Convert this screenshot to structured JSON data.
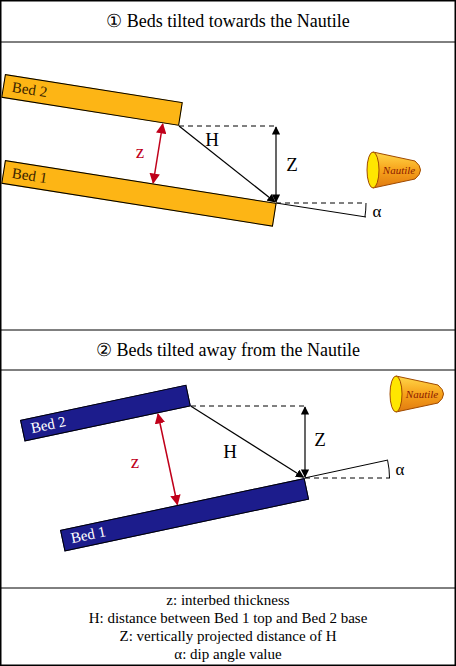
{
  "diagram": {
    "nodes": [
      {
        "text": [
          "① Beds tilted towards the Nautile"
        ]
      },
      {
        "text": [
          "Bed 2"
        ],
        "in": 0
      },
      {
        "text": [
          "Bed 1"
        ],
        "in": 0
      },
      {
        "text": [
          "Nautile"
        ],
        "in": 0
      },
      {
        "text": [
          "② Beds tilted away from the Nautile"
        ]
      },
      {
        "text": [
          "Bed 2"
        ],
        "in": 4
      },
      {
        "text": [
          "Bed 1"
        ],
        "in": 4
      },
      {
        "text": [
          "Nautile"
        ],
        "in": 4
      },
      {
        "text": [
          "z: interbed thickness",
          "H: distance between Bed 1 top and Bed 2 base",
          "Z: vertically projected distance of H",
          "α: dip angle value"
        ]
      }
    ],
    "labels": [
      "z",
      "H",
      "Z",
      "α",
      "z",
      "H",
      "Z",
      "α"
    ]
  }
}
